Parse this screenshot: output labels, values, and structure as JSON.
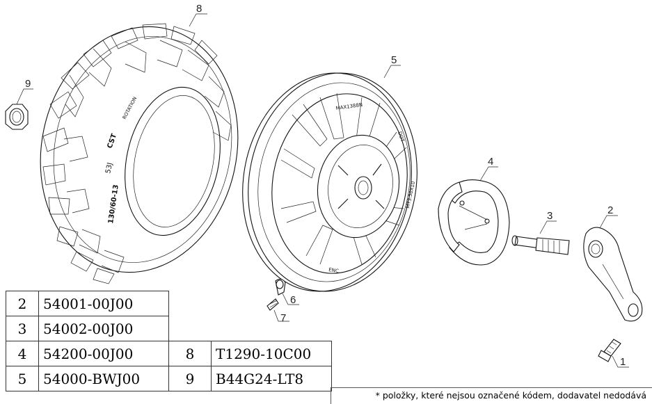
{
  "callouts": {
    "c1": "1",
    "c2": "2",
    "c3": "3",
    "c4": "4",
    "c5": "5",
    "c6": "6",
    "c7": "7",
    "c8": "8",
    "c9": "9"
  },
  "tire_markings": {
    "size": "130/60-13",
    "load": "53J",
    "rotation": "ROTATION",
    "brand": "CST"
  },
  "rim_markings": {
    "top": "MAX1388N",
    "right": "DOT",
    "side": "MT3.50X10",
    "bottom": "ENC"
  },
  "parts_table": [
    {
      "num": "2",
      "code": "54001-00J00",
      "num2": "",
      "code2": ""
    },
    {
      "num": "3",
      "code": "54002-00J00",
      "num2": "",
      "code2": ""
    },
    {
      "num": "4",
      "code": "54200-00J00",
      "num2": "8",
      "code2": "T1290-10C00"
    },
    {
      "num": "5",
      "code": "54000-BWJ00",
      "num2": "9",
      "code2": "B44G24-LT8"
    }
  ],
  "note": "* položky, které nejsou označené kódem, dodavatel nedodává"
}
